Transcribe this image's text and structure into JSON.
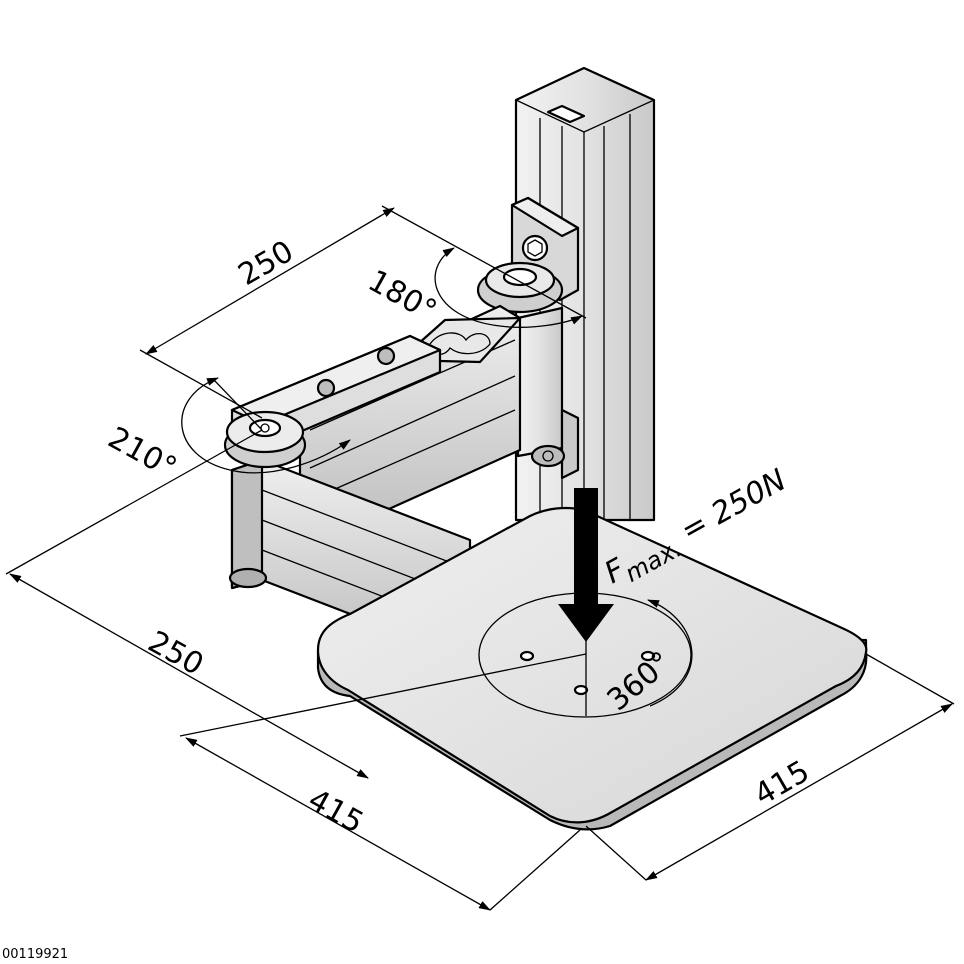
{
  "dimensions": {
    "arm_length_upper": "250",
    "arm_length_lower": "250",
    "rotation_upper": "180°",
    "rotation_lower": "210°",
    "plate_width": "415",
    "plate_depth": "415",
    "plate_rotation": "360°"
  },
  "force_label": {
    "symbol": "F",
    "subscript": "max.",
    "value": "= 250N"
  },
  "reference_number": "00119921",
  "colors": {
    "line": "#000000",
    "metal_light": "#e6e6e6",
    "metal_mid": "#cfcfcf",
    "metal_dark": "#a9a9a9",
    "arrow": "#000000"
  }
}
